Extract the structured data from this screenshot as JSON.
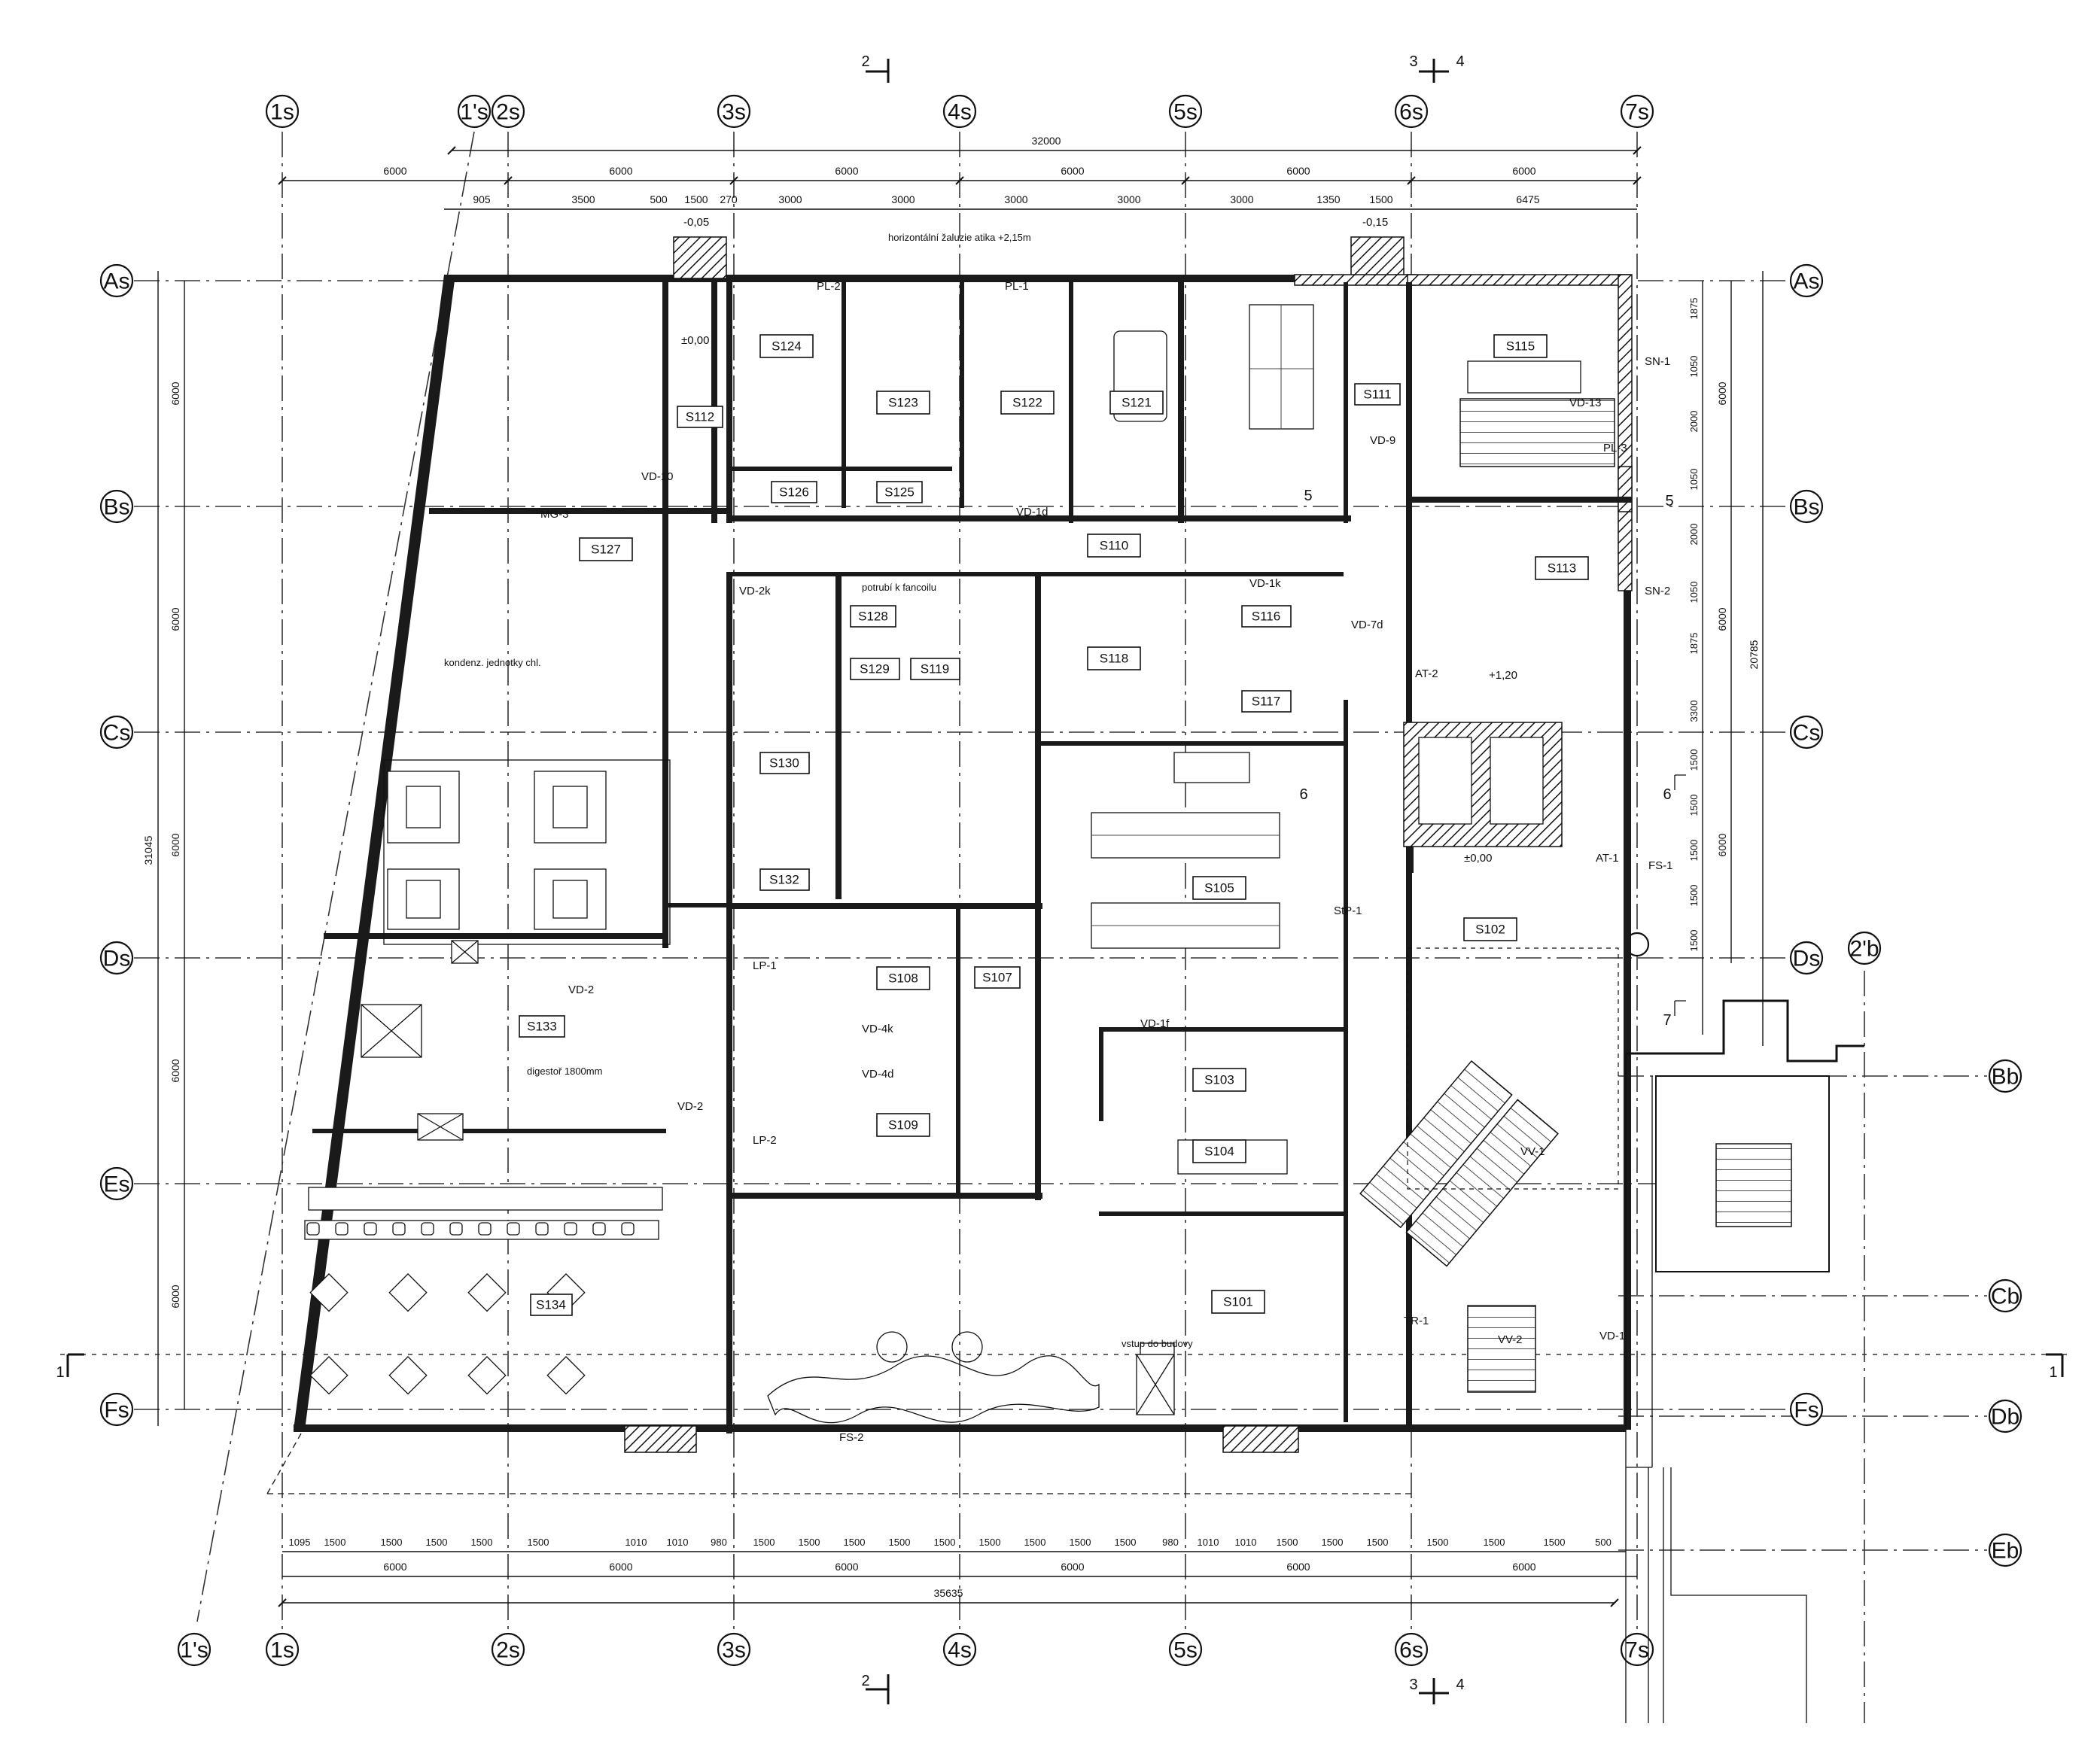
{
  "drawing": {
    "overall_top_dim": "32000",
    "overall_bottom_dim": "35635",
    "overall_left_dim": "31045",
    "overall_right_dim": "20785",
    "axes_columns": [
      "1s",
      "1's",
      "2s",
      "3s",
      "4s",
      "5s",
      "6s",
      "7s"
    ],
    "axes_rows": [
      "As",
      "Bs",
      "Cs",
      "Ds",
      "Es",
      "Fs"
    ],
    "adjacent_axes_rows": [
      "Bb",
      "Cb",
      "Db",
      "Eb"
    ],
    "adjacent_axis_column": "2'b",
    "top_module_dims": [
      "6000",
      "6000",
      "6000",
      "6000",
      "6000",
      "6000"
    ],
    "top_detail_dims": [
      "905",
      "3500",
      "500",
      "1500",
      "270",
      "3000",
      "3000",
      "3000",
      "3000",
      "3000",
      "1350",
      "1500",
      "6475"
    ],
    "bottom_module_dims": [
      "6000",
      "6000",
      "6000",
      "6000",
      "6000",
      "6000"
    ],
    "bottom_detail_dims": [
      "1095",
      "1500",
      "1500",
      "1500",
      "1500",
      "1500",
      "1010",
      "1010",
      "980",
      "1500",
      "1500",
      "1500",
      "1500",
      "1500",
      "1500",
      "1500",
      "1500",
      "1500",
      "980",
      "1010",
      "1010",
      "1500",
      "1500",
      "1500",
      "1500",
      "1500",
      "1500",
      "500"
    ],
    "left_module_dims": [
      "6000",
      "6000",
      "6000",
      "6000",
      "6000"
    ],
    "right_detail_dims": [
      "1875",
      "1050",
      "2000",
      "1050",
      "2000",
      "1050",
      "1875",
      "3300",
      "1500",
      "1500",
      "1500",
      "1500",
      "1500"
    ],
    "right_module_dims": [
      "6000",
      "6000",
      "6000"
    ],
    "sections": [
      {
        "name": "section-1-left",
        "label": "1"
      },
      {
        "name": "section-1-right",
        "label": "1"
      },
      {
        "name": "section-2-top",
        "label": "2"
      },
      {
        "name": "section-2-bottom",
        "label": "2"
      },
      {
        "name": "section-3-top",
        "label": "3"
      },
      {
        "name": "section-4-top",
        "label": "4"
      },
      {
        "name": "section-3-bottom",
        "label": "3"
      },
      {
        "name": "section-4-bottom",
        "label": "4"
      },
      {
        "name": "section-5",
        "label": "5"
      },
      {
        "name": "section-6",
        "label": "6"
      },
      {
        "name": "section-7",
        "label": "7"
      }
    ],
    "rooms": [
      "S101",
      "S102",
      "S103",
      "S104",
      "S105",
      "S107",
      "S108",
      "S109",
      "S110",
      "S111",
      "S112",
      "S113",
      "S115",
      "S116",
      "S117",
      "S118",
      "S119",
      "S121",
      "S122",
      "S123",
      "S124",
      "S125",
      "S126",
      "S127",
      "S128",
      "S129",
      "S130",
      "S132",
      "S133",
      "S134"
    ],
    "door_tags": [
      "VD-1k",
      "VD-1d",
      "VD-2k",
      "VD-2",
      "VD-4k",
      "VD-4d",
      "VD-1f",
      "VD-7d",
      "VD-9",
      "VD-10",
      "VD-13",
      "VD-1",
      "VD-2"
    ],
    "window_tags": [
      "PL-1",
      "PL-2",
      "PL-3",
      "FS-1",
      "FS-2",
      "AT-1",
      "AT-2",
      "TR-1",
      "StP-1",
      "MG-3",
      "LP-1",
      "LP-2",
      "VV-1",
      "VV-2",
      "SN-1",
      "SN-2"
    ],
    "levels": [
      "±0,00",
      "+1,20",
      "-0,05",
      "-0,15",
      "±0,00"
    ],
    "notes": {
      "facade_hatch": "horizontální žaluzie atika +2,15m",
      "duct_note": "potrubí k fancoilu",
      "plant_note": "kondenz. jednotky chl.",
      "kitchen_note": "digestoř 1800mm",
      "reception_note": "vstup do budovy"
    }
  }
}
